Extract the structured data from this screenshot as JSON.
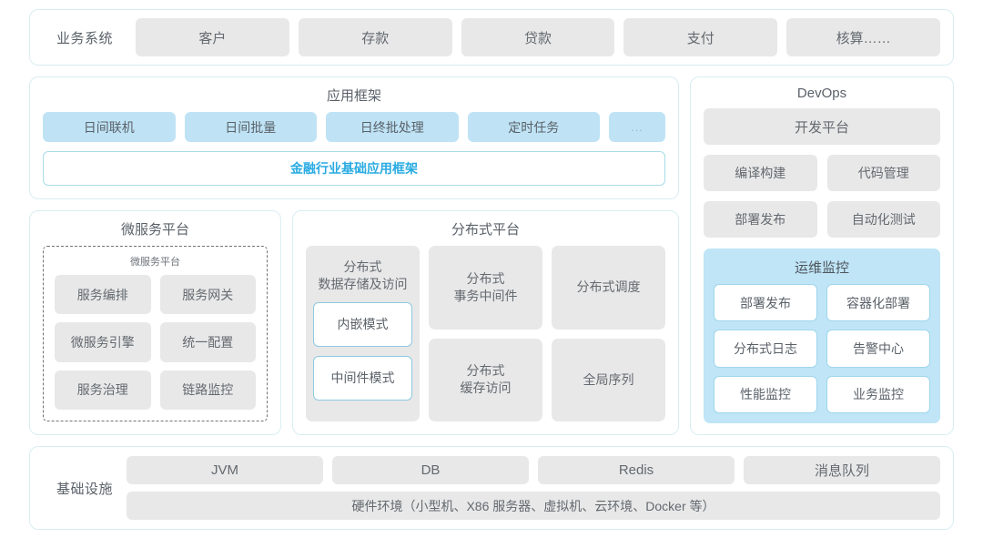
{
  "business": {
    "label": "业务系统",
    "items": [
      "客户",
      "存款",
      "贷款",
      "支付",
      "核算……"
    ]
  },
  "app_framework": {
    "title": "应用框架",
    "pills": [
      "日间联机",
      "日间批量",
      "日终批处理",
      "定时任务",
      "..."
    ],
    "highlight": "金融行业基础应用框架",
    "highlight_color": "#29abe2"
  },
  "microservice": {
    "title": "微服务平台",
    "inner_title": "微服务平台",
    "cells": [
      "服务编排",
      "服务网关",
      "微服务引擎",
      "统一配置",
      "服务治理",
      "链路监控"
    ]
  },
  "distributed": {
    "title": "分布式平台",
    "first_card": {
      "head": "分布式\n数据存储及访问",
      "head_line1": "分布式",
      "head_line2": "数据存储及访问",
      "modes": [
        "内嵌模式",
        "中间件模式"
      ]
    },
    "col2": [
      {
        "line1": "分布式",
        "line2": "事务中间件"
      },
      {
        "line1": "分布式",
        "line2": "缓存访问"
      }
    ],
    "col3": [
      {
        "line1": "分布式调度",
        "line2": ""
      },
      {
        "line1": "全局序列",
        "line2": ""
      }
    ]
  },
  "devops": {
    "title": "DevOps",
    "platform": "开发平台",
    "cells": [
      "编译构建",
      "代码管理",
      "部署发布",
      "自动化测试"
    ],
    "ops": {
      "title": "运维监控",
      "cells": [
        "部署发布",
        "容器化部署",
        "分布式日志",
        "告警中心",
        "性能监控",
        "业务监控"
      ]
    }
  },
  "infrastructure": {
    "label": "基础设施",
    "items": [
      "JVM",
      "DB",
      "Redis",
      "消息队列"
    ],
    "hardware": "硬件环境（小型机、X86 服务器、虚拟机、云环境、Docker 等）"
  },
  "colors": {
    "border": "#d9edf2",
    "gray": "#e8e8e8",
    "blue": "#bfe3f5",
    "accent": "#29abe2"
  }
}
